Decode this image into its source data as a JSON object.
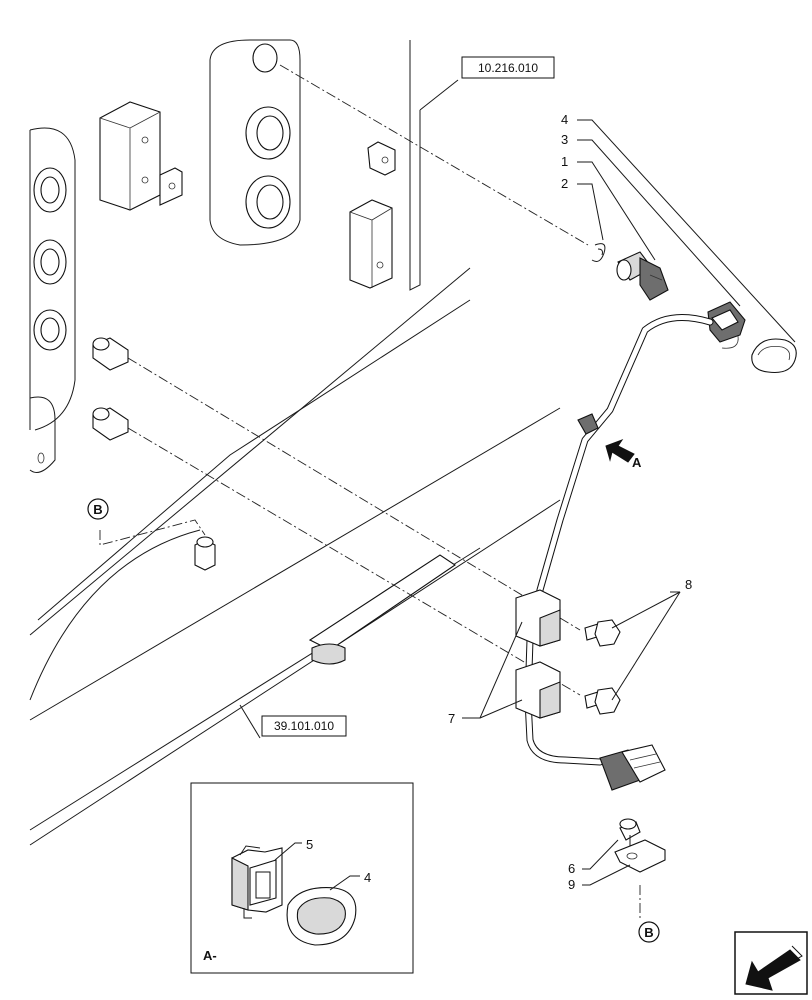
{
  "references": {
    "top": "10.216.010",
    "bottom": "39.101.010"
  },
  "callouts": {
    "c1": "1",
    "c2": "2",
    "c3": "3",
    "c4": "4",
    "c5": "5",
    "c6": "6",
    "c7": "7",
    "c8": "8",
    "c9": "9"
  },
  "markers": {
    "b_left": "B",
    "b_right": "B",
    "view_arrow": "A",
    "detail_view": "A-"
  },
  "icons": {
    "nav": "next-page-arrow-icon"
  }
}
